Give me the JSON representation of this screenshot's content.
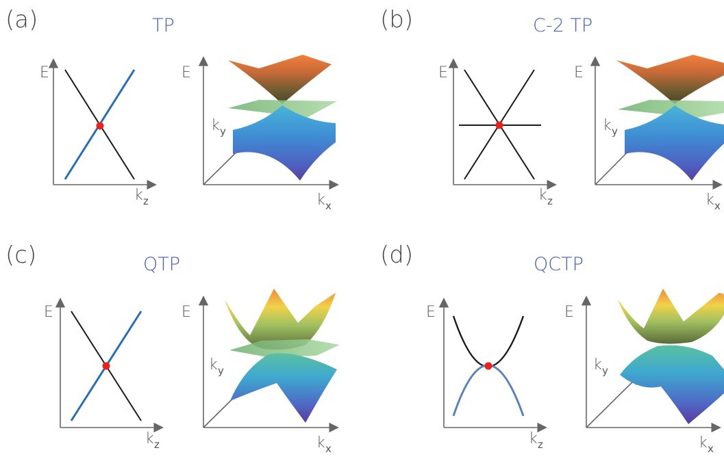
{
  "colors": {
    "title": "#4a5db0",
    "axis": "#666666",
    "band_dark": "#1a1a1a",
    "band_blue": "#2a6db5",
    "band_steel": "#5a82b8",
    "crossing_point": "#e8231e",
    "flat_band": "#7dbe7d"
  },
  "panels": [
    {
      "label": "(a)",
      "title": "TP",
      "e_axis": "E",
      "k_axis": "k",
      "k_sub": "z",
      "surf_e": "E",
      "surf_kx": "k",
      "surf_kx_sub": "x",
      "surf_ky": "k",
      "surf_ky_sub": "y"
    },
    {
      "label": "(b)",
      "title": "C-2 TP",
      "e_axis": "E",
      "k_axis": "k",
      "k_sub": "z",
      "surf_e": "E",
      "surf_kx": "k",
      "surf_kx_sub": "x",
      "surf_ky": "k",
      "surf_ky_sub": "y"
    },
    {
      "label": "(c)",
      "title": "QTP",
      "e_axis": "E",
      "k_axis": "k",
      "k_sub": "z",
      "surf_e": "E",
      "surf_kx": "k",
      "surf_kx_sub": "x",
      "surf_ky": "k",
      "surf_ky_sub": "y"
    },
    {
      "label": "(d)",
      "title": "QCTP",
      "e_axis": "E",
      "k_axis": "k",
      "k_sub": "z",
      "surf_e": "E",
      "surf_kx": "k",
      "surf_kx_sub": "x",
      "surf_ky": "k",
      "surf_ky_sub": "y"
    }
  ]
}
